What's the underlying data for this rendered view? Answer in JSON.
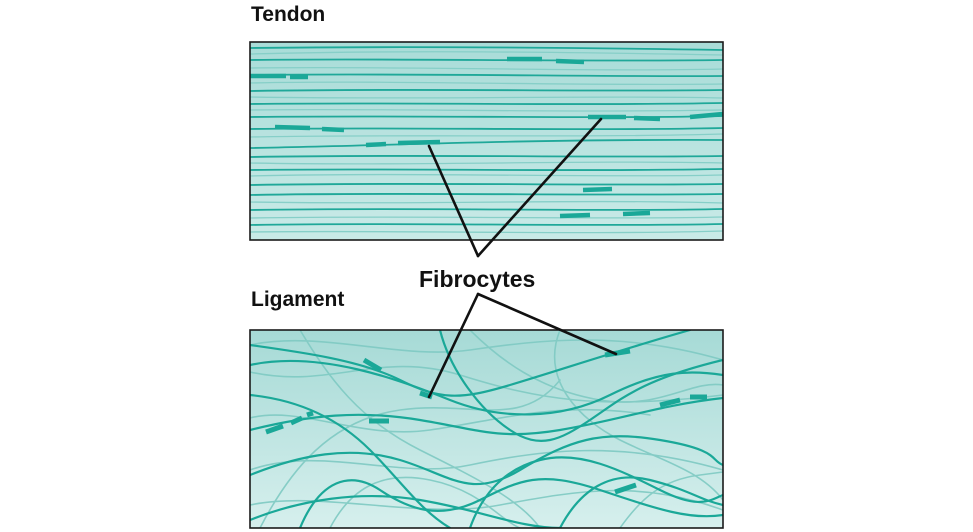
{
  "labels": {
    "tendon": "Tendon",
    "ligament": "Ligament",
    "fibrocytes": "Fibrocytes"
  },
  "colors": {
    "fiber": "#1aa898",
    "fiber_light": "#8fd2cc",
    "panel_fill_top": "#b4e1de",
    "panel_fill_bottom": "#d2eeec",
    "panel_border": "#1a1a1a",
    "pointer": "#111111"
  }
}
